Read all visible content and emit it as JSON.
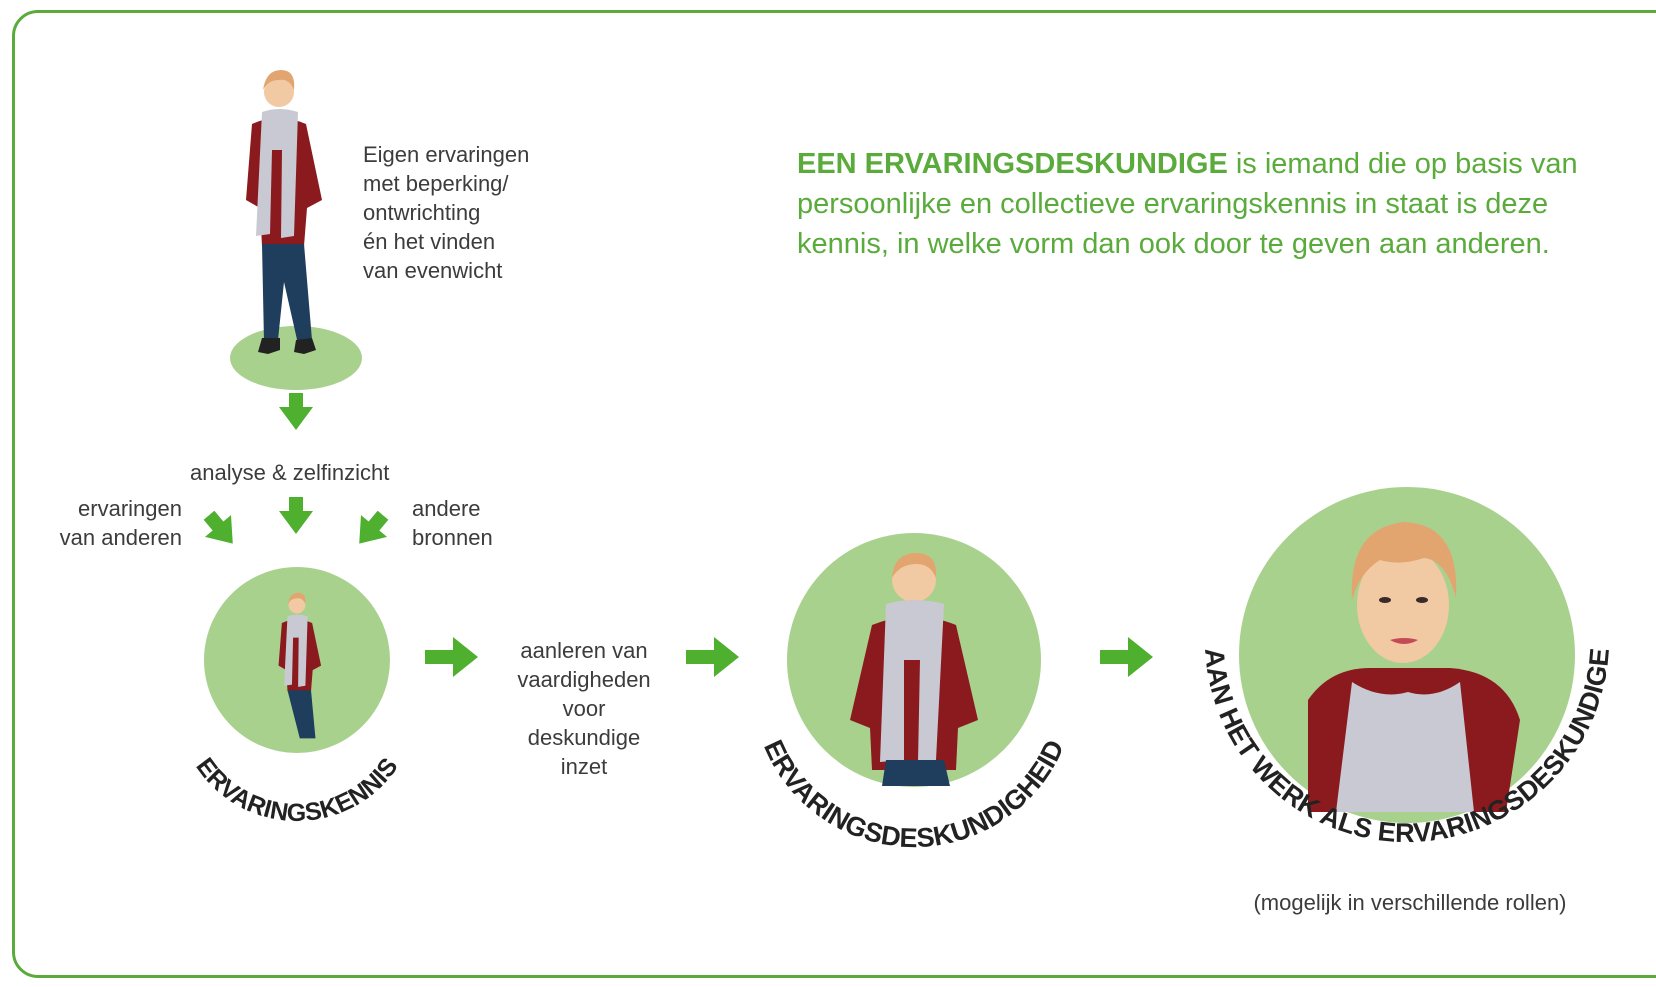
{
  "colors": {
    "accent": "#5aab3c",
    "arrow": "#4fb02f",
    "circle": "#a9d18e",
    "ellipse": "#a9d18e",
    "jacket": "#8b1a1f",
    "scarf": "#c9c9d3",
    "hair": "#e2a570",
    "jeans": "#1f3d5c"
  },
  "intro_text": [
    "Eigen ervaringen",
    "met beperking/",
    "ontwrichting",
    "én het vinden",
    "van evenwicht"
  ],
  "definition": {
    "term": "EEN ERVARINGSDESKUNDIGE",
    "body": " is iemand die op basis van persoonlijke en collectieve ervaringskennis in staat is deze kennis, in welke vorm dan ook door te geven aan anderen."
  },
  "inputs": {
    "top": "analyse & zelfinzicht",
    "left": [
      "ervaringen",
      "van anderen"
    ],
    "right": [
      "andere",
      "bronnen"
    ]
  },
  "stages": [
    {
      "label": "ERVARINGSKENNIS"
    },
    {
      "label": "ERVARINGSDESKUNDIGHEID"
    },
    {
      "label": "AAN HET WERK ALS ERVARINGSDESKUNDIGE"
    }
  ],
  "learning_text": [
    "aanleren van",
    "vaardigheden",
    "voor",
    "deskundige",
    "inzet"
  ],
  "footnote": "(mogelijk in verschillende rollen)"
}
